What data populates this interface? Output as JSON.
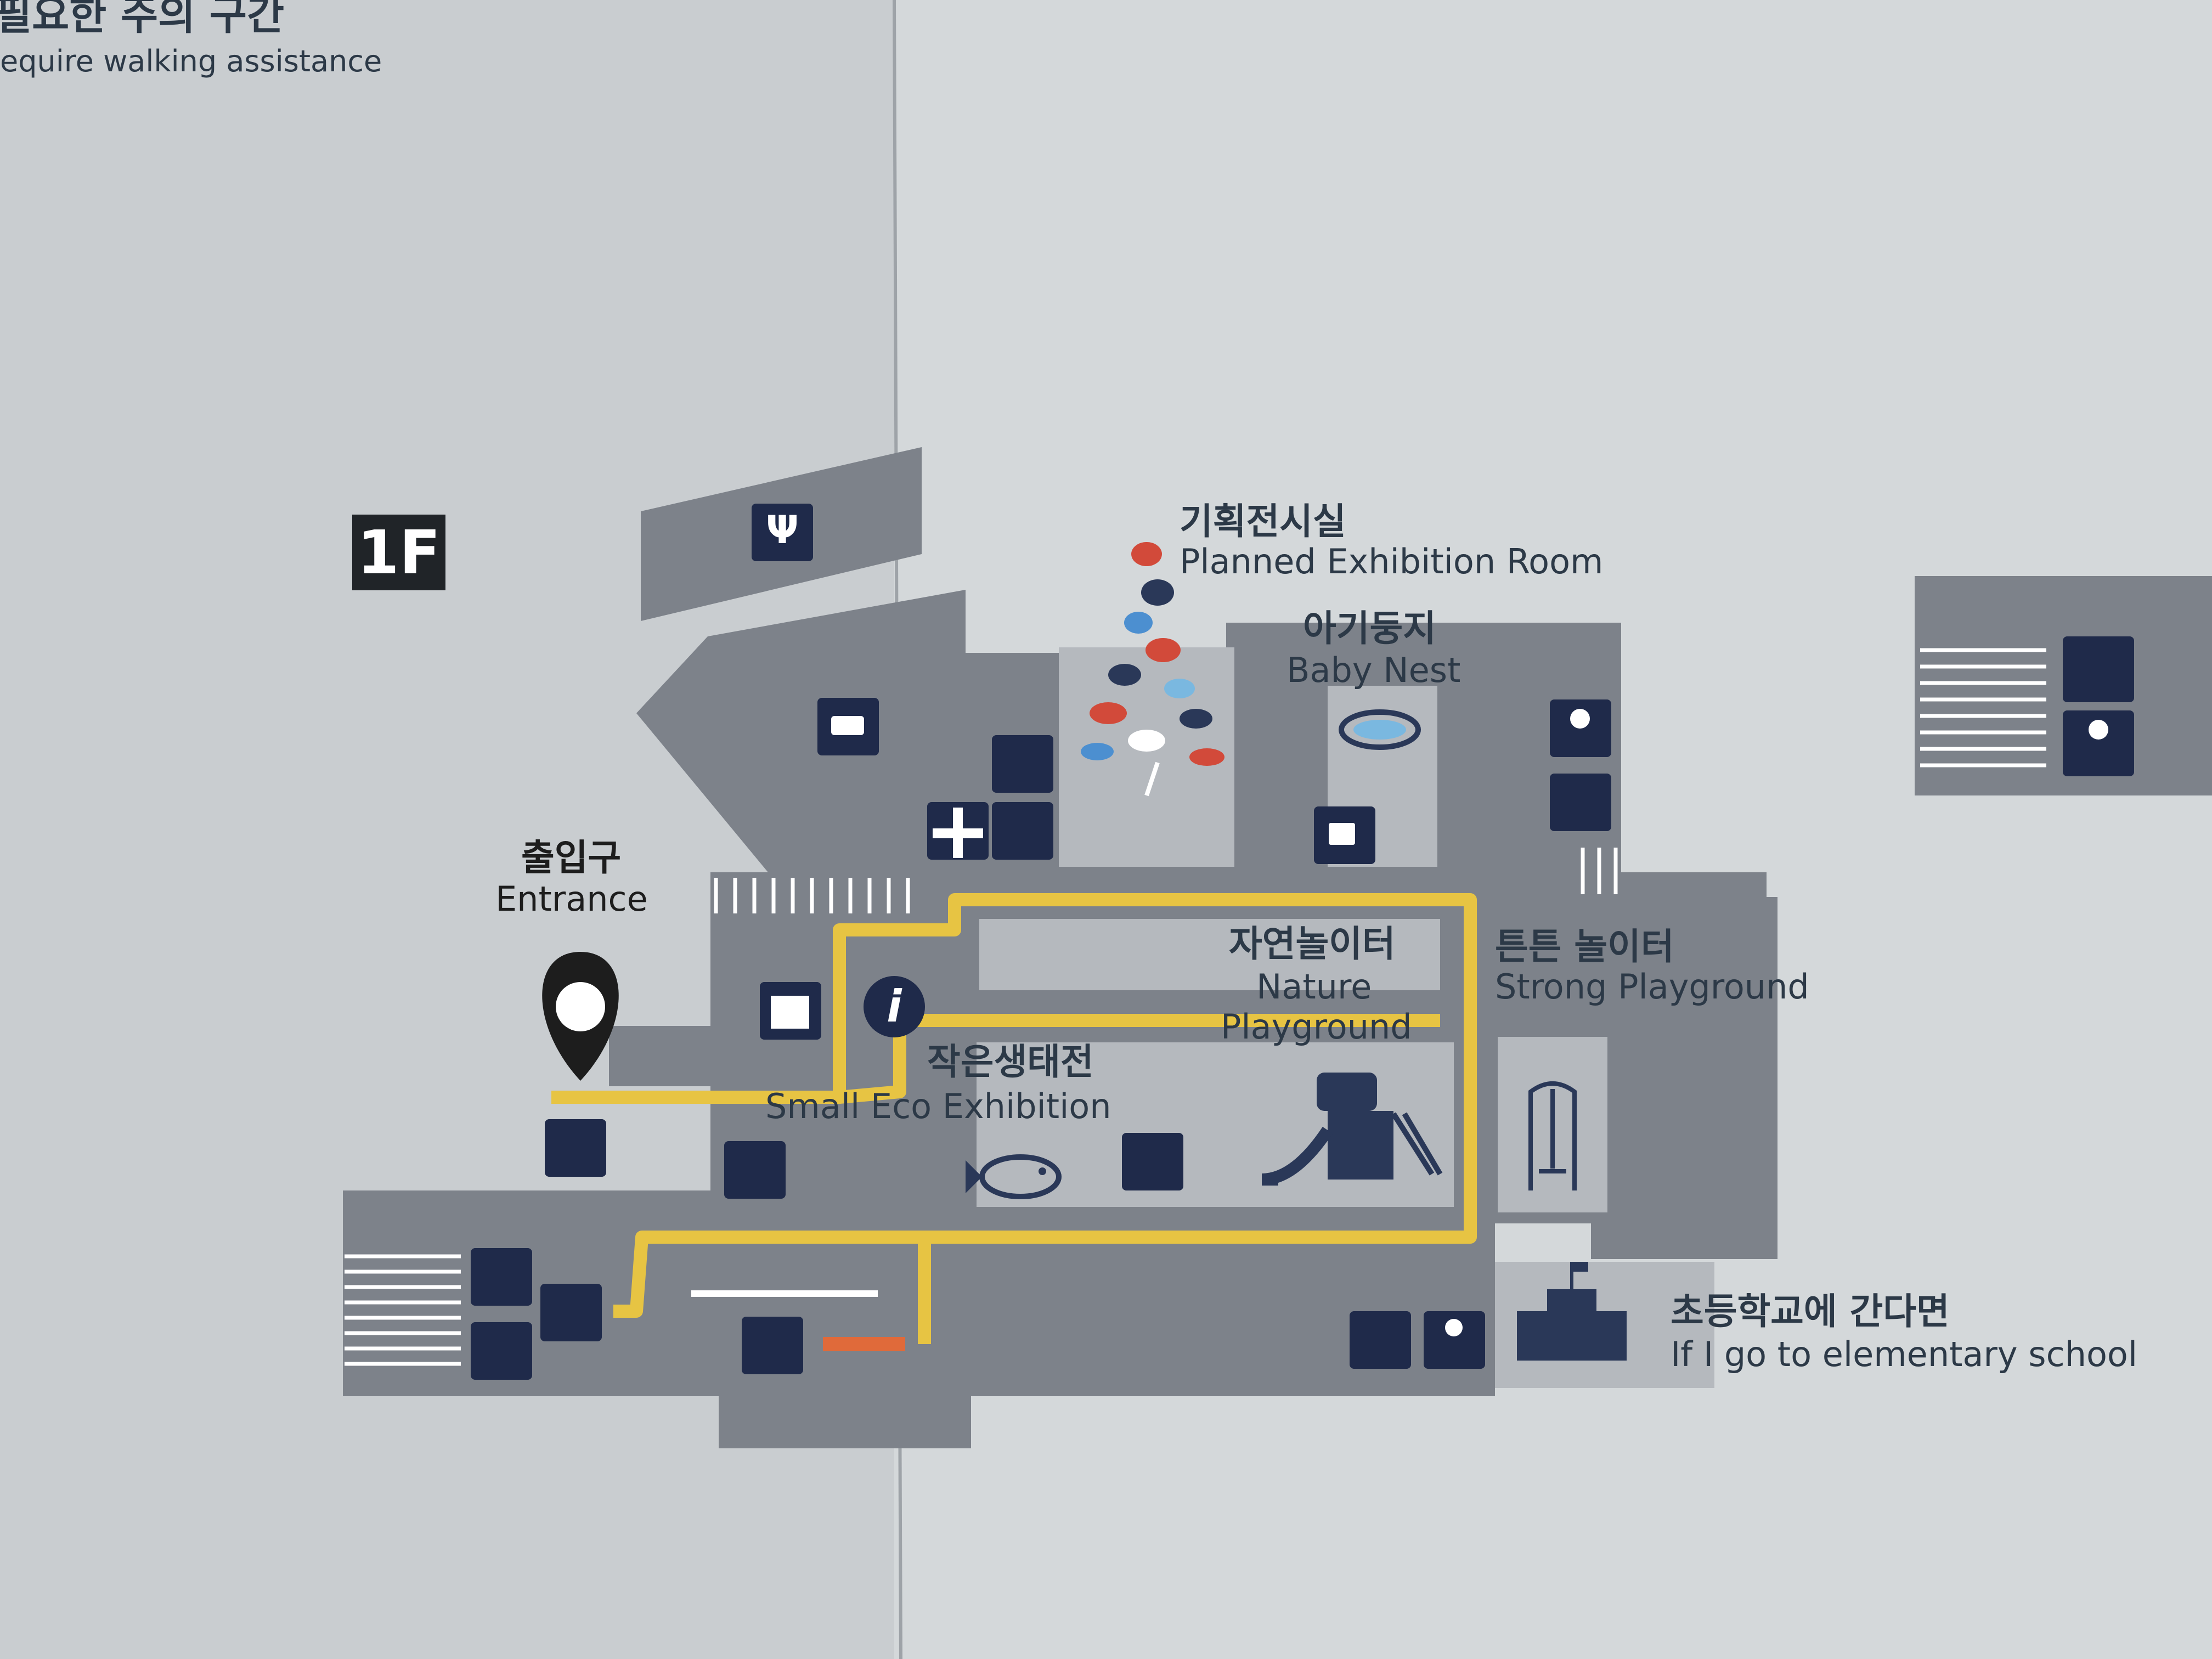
{
  "legend_header": {
    "korean": "필요한 주의 구간",
    "english": "equire walking assistance"
  },
  "floor_label": "1F",
  "areas": {
    "entrance": {
      "korean": "출입구",
      "english": "Entrance"
    },
    "planned_exhibition": {
      "korean": "기획전시실",
      "english": "Planned Exhibition Room"
    },
    "baby_nest": {
      "korean": "아기둥지",
      "english": "Baby Nest"
    },
    "nature_playground": {
      "korean": "자연놀이터",
      "english_line1": "Nature",
      "english_line2": "Playground"
    },
    "strong_playground": {
      "korean": "튼튼 놀이터",
      "english": "Strong Playground"
    },
    "small_eco": {
      "korean": "작은생태전",
      "english": "Small Eco Exhibition"
    },
    "elementary_school": {
      "korean": "초등학교에 간다면",
      "english": "If I go to elementary school"
    }
  },
  "icons": [
    "restaurant-icon",
    "cafe-icon",
    "accessible-elevator-icon",
    "first-aid-icon",
    "stroller-rental-icon",
    "locker-icon",
    "baby-changing-icon",
    "accessible-restroom-icon",
    "gift-shop-icon",
    "information-icon",
    "braille-map-icon",
    "ticket-icon",
    "restroom-icon",
    "nursing-room-icon",
    "elevator-icon",
    "wheelchair-icon",
    "fish-icon",
    "handwashing-icon",
    "slide-icon",
    "swing-icon",
    "school-icon",
    "location-pin-icon"
  ],
  "colors": {
    "paper": "#c9cdd0",
    "building": "#7d828a",
    "room": "#b5b9be",
    "route": "#e7c443",
    "icon_bg": "#1f2a4a",
    "caution": "#e06a3a"
  }
}
